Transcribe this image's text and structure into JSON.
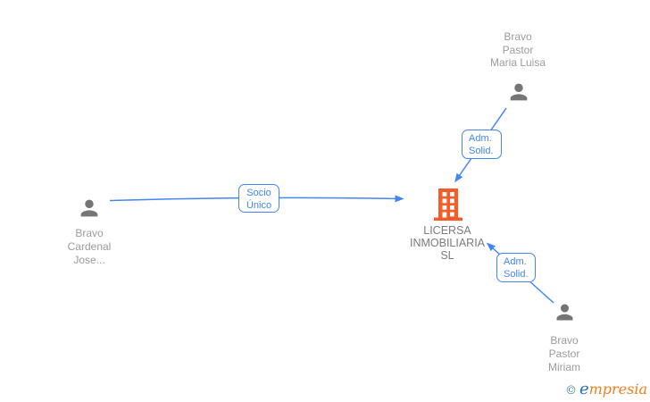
{
  "colors": {
    "link": "#4285f4",
    "person": "#757575",
    "person-label": "#9b9b9b",
    "company": "#f75b28",
    "company-label": "#7b7b7b",
    "logo-copyright": "#4b7f92",
    "logo-e": "#1d70b7",
    "logo-rest": "#ef7d1e",
    "background": "#ffffff"
  },
  "nodes": {
    "admin_top": {
      "type": "person",
      "line1": "Bravo",
      "line2": "Pastor",
      "line3": "Maria Luisa"
    },
    "shareholder": {
      "type": "person",
      "line1": "Bravo",
      "line2": "Cardenal",
      "line3": "Jose..."
    },
    "admin_bottom": {
      "type": "person",
      "line1": "Bravo",
      "line2": "Pastor",
      "line3": "Miriam"
    },
    "company": {
      "type": "company",
      "line1": "LICERSA",
      "line2": "INMOBILIARIA",
      "line3": "SL"
    }
  },
  "edges": {
    "socio_unico": {
      "line1": "Socio",
      "line2": "Único",
      "from": "shareholder",
      "to": "company"
    },
    "adm_solid_top": {
      "line1": "Adm.",
      "line2": "Solid.",
      "from": "admin_top",
      "to": "company"
    },
    "adm_solid_bottom": {
      "line1": "Adm.",
      "line2": "Solid.",
      "from": "admin_bottom",
      "to": "company"
    }
  },
  "watermark": {
    "copyright": "©",
    "brand_initial": "e",
    "brand_rest": "mpresia"
  }
}
